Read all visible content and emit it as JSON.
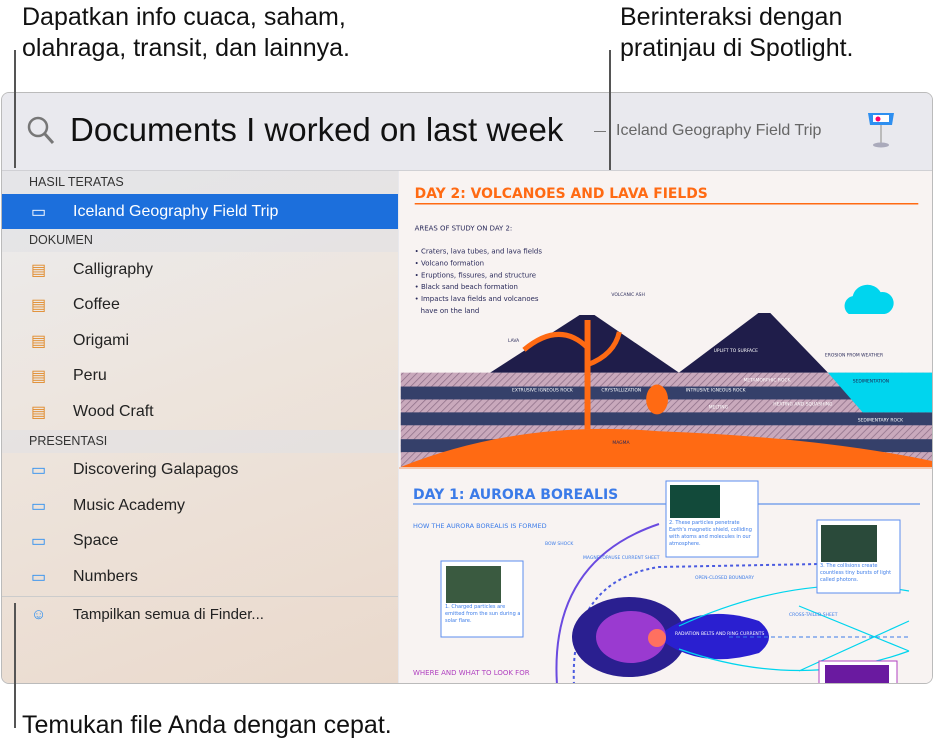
{
  "callouts": {
    "top_left": "Dapatkan info cuaca, saham,\nolahraga, transit, dan lainnya.",
    "top_right": "Berinteraksi dengan\npratinjau di Spotlight.",
    "bottom": "Temukan file Anda dengan cepat."
  },
  "search": {
    "query": "Documents I worked on last week",
    "preview_title": "Iceland Geography Field Trip",
    "icon": "search-icon",
    "app_icon": "keynote-icon"
  },
  "results": {
    "top_header": "HASIL TERATAS",
    "top_item": "Iceland Geography Field Trip",
    "documents_header": "DOKUMEN",
    "documents": [
      "Calligraphy",
      "Coffee",
      "Origami",
      "Peru",
      "Wood Craft"
    ],
    "presentations_header": "PRESENTASI",
    "presentations": [
      "Discovering Galapagos",
      "Music Academy",
      "Space",
      "Numbers"
    ],
    "finder": "Tampilkan semua di Finder..."
  },
  "preview": {
    "slide2": {
      "title": "DAY 2: VOLCANOES AND LAVA FIELDS",
      "subtitle": "AREAS OF STUDY ON DAY 2:",
      "bullets": [
        "• Craters, lava tubes, and lava fields",
        "• Volcano formation",
        "• Eruptions, fissures, and structure",
        "• Black sand beach formation",
        "• Impacts lava fields and volcanoes",
        "  have on the land"
      ],
      "labels": {
        "ash": "VOLCANIC ASH",
        "lava": "LAVA",
        "uplift": "UPLIFT TO SURFACE",
        "erosion": "EROSION FROM WEATHER",
        "extrusive": "EXTRUSIVE IGNEOUS ROCK",
        "crystal": "CRYSTALLIZATION",
        "intrusive": "INTRUSIVE IGNEOUS ROCK",
        "metamorphic": "METAMORPHIC ROCK",
        "sedimentation": "SEDIMENTATION",
        "melting": "MELTING",
        "heating": "HEATING AND SQUASHING",
        "sedimentary": "SEDIMENTARY ROCK",
        "magma": "MAGMA"
      }
    },
    "slide1": {
      "title": "DAY 1: AURORA BOREALIS",
      "subtitle": "HOW THE AURORA BOREALIS IS FORMED",
      "subtitle2": "WHERE AND WHAT TO LOOK FOR",
      "captions": [
        "1. Charged particles are emitted from the sun during a solar flare.",
        "2. These particles penetrate Earth's magnetic shield, colliding with atoms and molecules in our atmosphere.",
        "3. The collisions create countless tiny bursts of light called photons."
      ],
      "labels": {
        "bow": "BOW SHOCK",
        "magneto": "MAGNETOPAUSE CURRENT SHEET",
        "boundary": "OPEN-CLOSED BOUNDARY",
        "radiation": "RADIATION BELTS AND RING CURRENTS",
        "cross": "CROSS-TAILED SHEET"
      }
    }
  },
  "colors": {
    "selection": "#1c6fdc",
    "orange": "#ff6a13",
    "navy": "#1f1d4a",
    "blue": "#3b7be8",
    "cyan": "#00d5ee"
  }
}
